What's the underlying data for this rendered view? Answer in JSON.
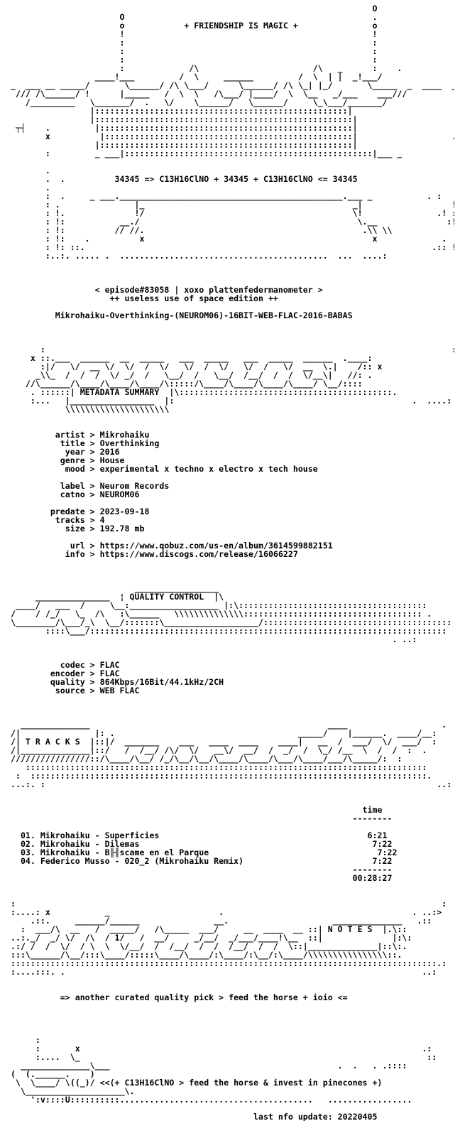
{
  "document": {
    "lines": [
      "                                                                          O",
      "                       O                                                  .",
      "                       o            + FRIENDSHIP IS MAGIC +               o",
      "                       !                                                  !",
      "                       :                                                  :",
      "                       :                                                  :",
      "                       :                                                  :",
      "                       :             /\\                       /\\   _      :    .",
      "                  ____!___         /  \\     ______         /  \\  | |  _!___/",
      " _  ___ __ _____/       \\______/ /\\ \\___/      \\______/ /\\ \\_| |_/       \\_____  _  ____  _",
      "  /// /\\______/ !      |_____   /  \\  \\   /\\___/ |____/  \\  \\__   _/___    ___///",
      "    /_________   \\_______/  .   \\/    \\______/   \\______/     \\_\\___/_______/",
      "                 |:::::::::::::::::::::::::::::::::::::::::::::::::::|",
      "                 |::::::::::::::::::::::::::::::::::::::::::::::::::::|",
      "  ┬┤    .         |:::::::::::::::::::::::::::::::::::::::::::::::::::|",
      "        x          |::::::::::::::::::::::::::::::::::::::::::::::::::|                   .",
      "                  |:::::::::::::::::::::::::::::::::::::::::::::::::::|",
      "        :         _ ___|::::::::::::::::::::::::::::::::::::::::::::::::::|___ _                 x",
      "",
      "        .                                                                                  .",
      "        .  .          34345 => C13H16ClNO + 34345 + C13H16ClNO <= 34345",
      "        .                                                                                  .",
      "        :  .     _ ___._____________________________________________.___ _           . :",
      "        : .               |_                                          _|                  ! :",
      "        : !.              !/                                          \\!               .! :",
      "        : !:           __./                                            \\.__              :! :",
      "        : !:          // //.                                            .\\\\ \\\\             !! :",
      "        : !:    .          x                                              x             .  :x :",
      "        : !: ::.                                                                      .:: !! :",
      "        :..:. ..... .  ..........................................  ...  ....:",
      "",
      "",
      "",
      "                  < episode#83058 | xoxo plattenfedermanometer >",
      "                     ++ useless use of space edition ++",
      "",
      "          Mikrohaiku-Overthinking-(NEUROM06)-16BIT-WEB-FLAC-2016-BABAS",
      "",
      "",
      "",
      "       :                                                                                  :",
      "     x ::.___  ______  __  _____   ___  _____   ___  _____  ______  .____:",
      "       :|/   \\/  __ \\/  \\/  /  \\/   \\/  /  \\/   \\/  /   \\/  __  \\.|    /:: x",
      "      _\\\\_  /  /  /  \\/ _/  /   \\__/  /   \\__/  /__/  /  /  \\/__\\|   //: .",
      "    //\\______/\\____/\\____/\\____/\\:::::/\\____/\\____/\\____/\\____/ \\__/::::",
      "     . ::::::| METADATA SUMMARY  |\\:::::::::::::::::::::::::::::::::::::::::::.",
      "     :...   |_________________  |:                                                .  ....:",
      "            \\\\\\\\\\\\\\\\\\\\\\\\\\\\\\\\\\\\\\\\\\",
      "",
      "",
      "          artist > Mikrohaiku",
      "           title > Overthinking",
      "            year > 2016",
      "           genre > House",
      "            mood > experimental x techno x electro x tech house",
      "",
      "           label > Neurom Records",
      "           catno > NEUROM06",
      "",
      "         predate > 2023-09-18",
      "          tracks > 4",
      "            size > 192.78 mb",
      "",
      "             url > https://www.qobuz.com/us-en/album/3614599882151",
      "            info > https://www.discogs.com/release/16066227",
      "",
      "",
      "",
      "                          _________________",
      "      _______________  ¦ QUALITY CONTROL  |\\",
      "  ____/   ___  /     \\__:__________________ |:\\::::::::::::::::::::::::::::::::::::::",
      " /    / /_/   \\_  /\\   :\\______   \\\\\\\\\\\\\\\\\\\\\\\\\\\\:::::::::::::::::::::::::::::::::::: .",
      " \\________/\\___/_\\  \\__/:::::::\\___________________/:::::::::::::::::::::::::::::::::::::: :",
      "        ::::\\___/::::::::::::::::::::::::::::::::::::::::::::::::::::::::::::::::::::::::",
      "                                                                              . ..:",
      "",
      "",
      "           codec > FLAC",
      "         encoder > FLAC",
      "         quality > 864Kbps/16Bit/44.1kHz/2CH",
      "          source > WEB FLAC",
      "",
      "",
      "",
      "   ______________                                                ____                   .",
      " /|               |: .                                     _____/    |______.  ____/__:",
      " /| T R A C K S  |::|/  _______    ___   ____  ____    ____|   __  /  ___/  \\/  ___/  :",
      " /|______________|::/   /  /__/ /\\/  \\/   __\\/  __/  /  _/  /  \\_/ /__  \\  /  /  :  .",
      " ////////////////::/\\____/\\__/ /_/\\__/\\__/\\____/\\____/\\___/\\____/___/\\_____/:  :",
      "    :::::::::::::::::::::::::::::::::::::::::::::::::::::::::::::::::::::::::::::::::",
      "  :  ::::::::::::::::::::::::::::::::::::::::::::::::::::::::::::::::::::::::::::::::.",
      " ...:. :                                                                               ..:",
      "",
      "",
      "                                                                        time",
      "                                                                      --------",
      "",
      "   01. Mikrohaiku - Superficies                                          6:21",
      "   02. Mikrohaiku - Dilemas                                               7:22",
      "   03. Mikrohaiku - B╟╢scame en el Parque                                  7:22",
      "   04. Federico Musso - 020_2 (Mikrohaiku Remix)                          7:22",
      "                                                                      --------",
      "                                                                      00:28:27",
      "",
      "",
      " :                                                                                      :",
      " :....: x           _                      .                                      . ..:>",
      "     .::.     ______/______               __.                     ______________   .::",
      "   :  ___/\\  __   /  _____/   /\\_____  ___/     __  ____  __ ::| N O T E S  |.\\::",
      " ..:._/  _/ \\/  /\\  / 1/   /  __/     _/__/  _/___/____!\\__  ::|              |:\\:",
      " .:/ /  /  \\/  / \\  \\  \\/__/  /  /__/  /  /  /__/  /  /  \\::|______________|::\\:.",
      " :::\\______/\\__/:::\\____/:::::\\____/\\____/:\\____/:\\__/:\\____/\\\\\\\\\\\\\\\\\\\\\\\\\\\\\\\\::.",
      " ::::::::::::::::::::::::::::::::::::::::::::::::::::::::::::::::::::::::::::::::::::::.:",
      " :....:::. .                                                                        ..:",
      "",
      "",
      "           => another curated quality pick > feed the horse + ioio <=",
      "",
      "",
      "",
      "",
      "      :",
      "      :       x                                                                     .:",
      "      :....  \\_                                                                      ::",
      "   ______________\\___                                              .  .   . .::::",
      " (  (.______.    )",
      "  \\  \\____/ \\((_)/ <<(+ C13H16ClNO > feed the horse & invest in pinecones +)",
      "   \\____________________\\.",
      "     ':v::::U::::::::::.......................................   .................",
      "",
      "                                                  last nfo update: 20220405"
    ]
  }
}
